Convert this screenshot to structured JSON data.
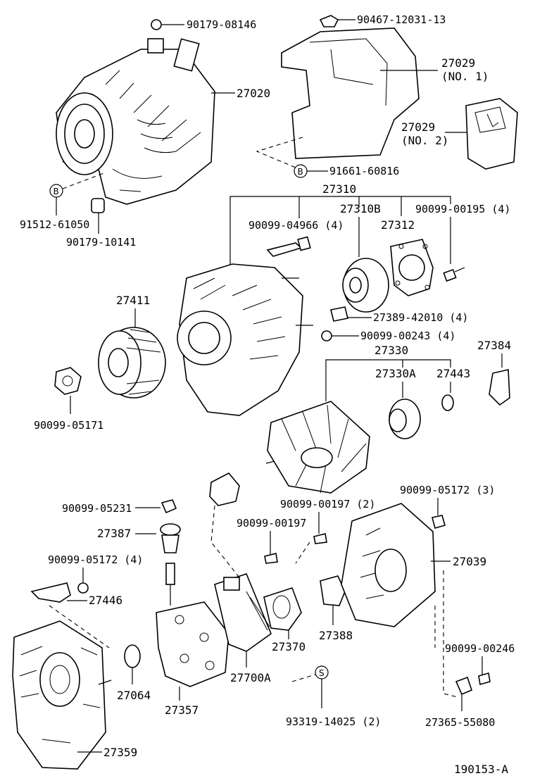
{
  "labels": {
    "p90179_08146": "90179-08146",
    "p90467_12031": "90467-12031-13",
    "p27029": "27029",
    "no1": "(NO. 1)",
    "p27020": "27020",
    "p27029b": "27029",
    "no2": "(NO. 2)",
    "p91661": "91661-60816",
    "p27310": "27310",
    "p91512": "91512-61050",
    "p90099_04966": "90099-04966 (4)",
    "p27310b": "27310B",
    "p90099_00195": "90099-00195 (4)",
    "p27312": "27312",
    "p90179_10141": "90179-10141",
    "p27411": "27411",
    "p27389": "27389-42010 (4)",
    "p90099_00243": "90099-00243 (4)",
    "p27330": "27330",
    "p27384": "27384",
    "p27330a": "27330A",
    "p27443": "27443",
    "p90099_05171": "90099-05171",
    "p90099_05172_3": "90099-05172 (3)",
    "p90099_05231": "90099-05231",
    "p90099_00197_2": "90099-00197 (2)",
    "p27387": "27387",
    "p90099_00197": "90099-00197",
    "p27039": "27039",
    "p90099_05172_4": "90099-05172 (4)",
    "p27446": "27446",
    "p27370": "27370",
    "p27388": "27388",
    "p90099_00246": "90099-00246",
    "p27064": "27064",
    "p27700a": "27700A",
    "p93319": "93319-14025 (2)",
    "p27357": "27357",
    "p27365": "27365-55080",
    "p27359": "27359",
    "diagram_no": "190153-A"
  },
  "marks": {
    "b": "B",
    "s": "S"
  }
}
